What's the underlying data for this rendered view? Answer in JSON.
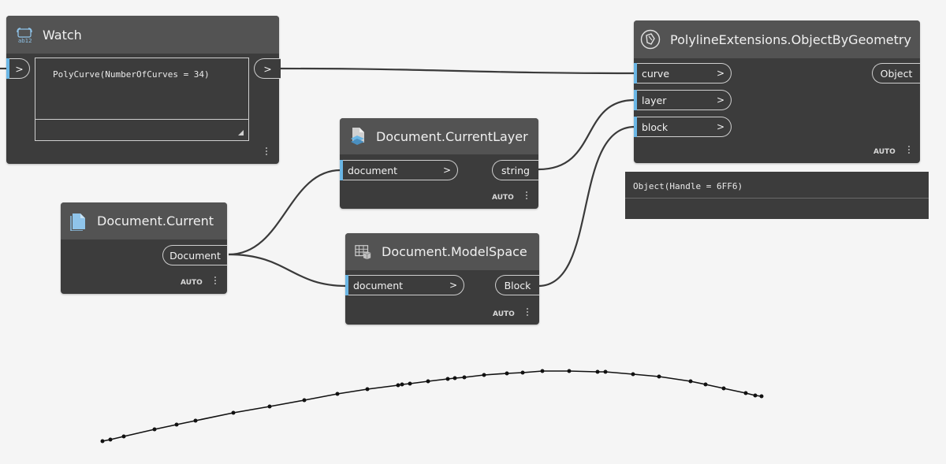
{
  "nodes": {
    "watch": {
      "title": "Watch",
      "icon": "watch-icon",
      "value": "PolyCurve(NumberOfCurves = 34)",
      "input_arrow": ">",
      "output_arrow": ">"
    },
    "document_current": {
      "title": "Document.Current",
      "icon": "document-icon",
      "output": "Document",
      "lacing": "AUTO"
    },
    "current_layer": {
      "title": "Document.CurrentLayer",
      "icon": "document-layer-icon",
      "input": "document",
      "input_arrow": ">",
      "output": "string",
      "lacing": "AUTO"
    },
    "model_space": {
      "title": "Document.ModelSpace",
      "icon": "model-space-icon",
      "input": "document",
      "input_arrow": ">",
      "output": "Block",
      "lacing": "AUTO"
    },
    "object_by_geometry": {
      "title": "PolylineExtensions.ObjectByGeometry",
      "icon": "polyline-extensions-icon",
      "inputs": [
        {
          "label": "curve",
          "arrow": ">"
        },
        {
          "label": "layer",
          "arrow": ">"
        },
        {
          "label": "block",
          "arrow": ">"
        }
      ],
      "output": "Object",
      "lacing": "AUTO",
      "preview": "Object(Handle = 6FF6)"
    }
  },
  "colors": {
    "canvas": "#f5f5f5",
    "node_body": "#3c3c3c",
    "node_header": "#535353",
    "port_marker": "#6ab6e5",
    "wire": "#3a3a3a"
  }
}
